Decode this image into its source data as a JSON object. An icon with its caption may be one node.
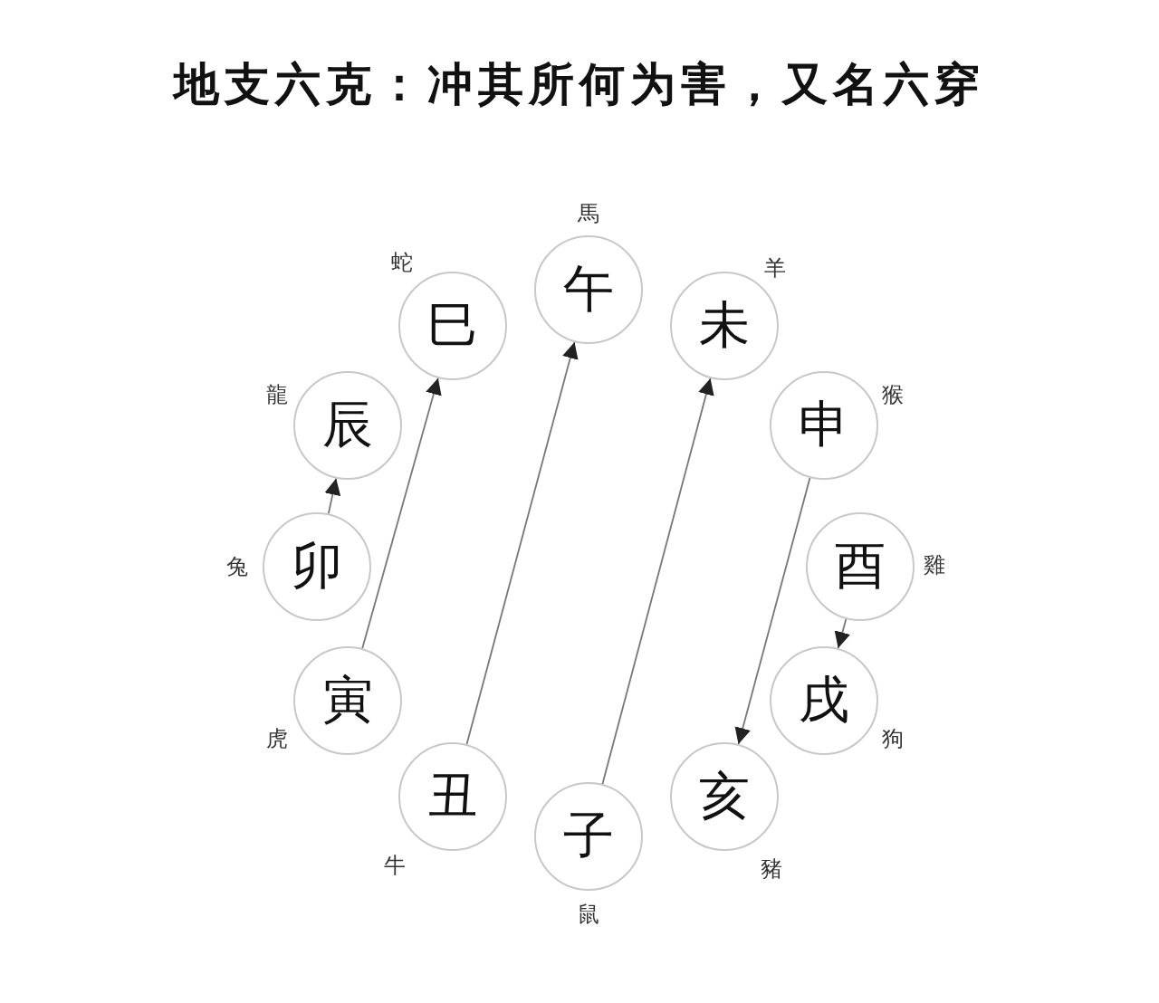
{
  "diagram": {
    "title": "地支六克：冲其所何为害，又名六穿",
    "nodes": [
      {
        "text": [
          "午"
        ],
        "beside": [
          "馬"
        ]
      },
      {
        "text": [
          "未"
        ],
        "beside": [
          "羊"
        ]
      },
      {
        "text": [
          "申"
        ],
        "beside": [
          "猴"
        ]
      },
      {
        "text": [
          "酉"
        ],
        "beside": [
          "雞"
        ]
      },
      {
        "text": [
          "戌"
        ],
        "beside": [
          "狗"
        ]
      },
      {
        "text": [
          "亥"
        ],
        "beside": [
          "豬"
        ]
      },
      {
        "text": [
          "子"
        ],
        "beside": [
          "鼠"
        ]
      },
      {
        "text": [
          "丑"
        ],
        "beside": [
          "牛"
        ]
      },
      {
        "text": [
          "寅"
        ],
        "beside": [
          "虎"
        ]
      },
      {
        "text": [
          "卯"
        ],
        "beside": [
          "兔"
        ]
      },
      {
        "text": [
          "辰"
        ],
        "beside": [
          "龍"
        ]
      },
      {
        "text": [
          "巳"
        ],
        "beside": [
          "蛇"
        ]
      }
    ],
    "edges": [
      {
        "from": 8,
        "to": 11,
        "arrow": "to"
      },
      {
        "from": 7,
        "to": 0,
        "arrow": "to"
      },
      {
        "from": 6,
        "to": 1,
        "arrow": "to"
      },
      {
        "from": 2,
        "to": 5,
        "arrow": "to"
      },
      {
        "from": 3,
        "to": 4,
        "arrow": "to"
      },
      {
        "from": 9,
        "to": 10,
        "arrow": "to"
      }
    ]
  }
}
